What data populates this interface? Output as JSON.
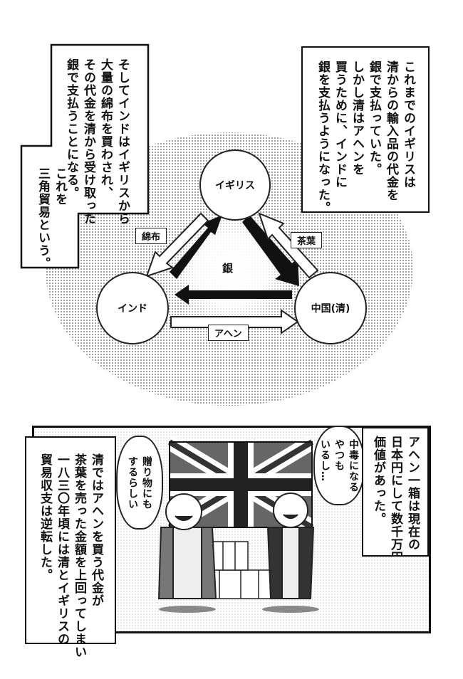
{
  "top_panel": {
    "right_caption": "これまでのイギリスは\n清からの輸入品の代金を\n銀で支払っていた。\nしかし清はアヘンを\n買うために、インドに\n銀を支払うようになった。",
    "left_caption": "そしてインドはイギリスから\n大量の綿布を買わされ、\nその代金を清から受け取った\n銀で支払うことになる。",
    "left_caption_2": "これを\n三角貿易という。",
    "diagram": {
      "nodes": {
        "britain": "イギリス",
        "india": "インド",
        "china": "中国(清)"
      },
      "center": "銀",
      "labels": {
        "cotton": "綿布",
        "tea": "茶葉",
        "opium": "アヘン"
      }
    }
  },
  "bottom_panel": {
    "left_caption": "清ではアヘンを買う代金が\n茶葉を売った金額を上回ってしまい\n一八三〇年頃には清とイギリスの\n貿易収支は逆転した。",
    "right_caption": "アヘン一箱は現在の\n日本円にして数千万円相当の\n価値があった。",
    "bubble_left": "贈り物にも\nするらしい",
    "bubble_right": "中毒になる\nやつも\nいるし…"
  }
}
